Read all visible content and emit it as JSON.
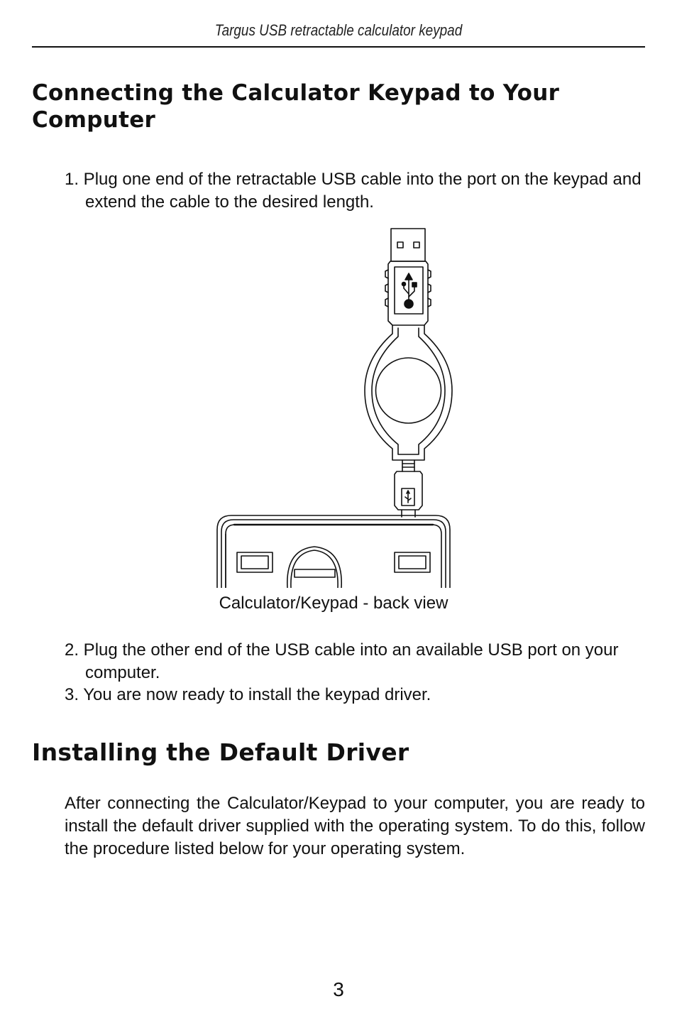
{
  "header": {
    "running_title": "Targus USB retractable calculator keypad"
  },
  "section1": {
    "heading": "Connecting the Calculator Keypad to Your Computer",
    "steps": [
      {
        "text": "1. Plug one end of the retractable USB cable into the port on the keypad and extend the cable to the desired length."
      },
      {
        "text": "2. Plug the other end of the USB cable into an available USB port on your computer."
      },
      {
        "text": "3. You are now ready to install the keypad driver."
      }
    ],
    "figure": {
      "caption": "Calculator/Keypad - back view"
    }
  },
  "section2": {
    "heading": "Installing the Default Driver",
    "paragraph": "After connecting the Calculator/Keypad to your computer, you are ready to install the default driver supplied with the operating system. To do this, follow the procedure listed below for your operating system."
  },
  "footer": {
    "page_number": "3"
  }
}
